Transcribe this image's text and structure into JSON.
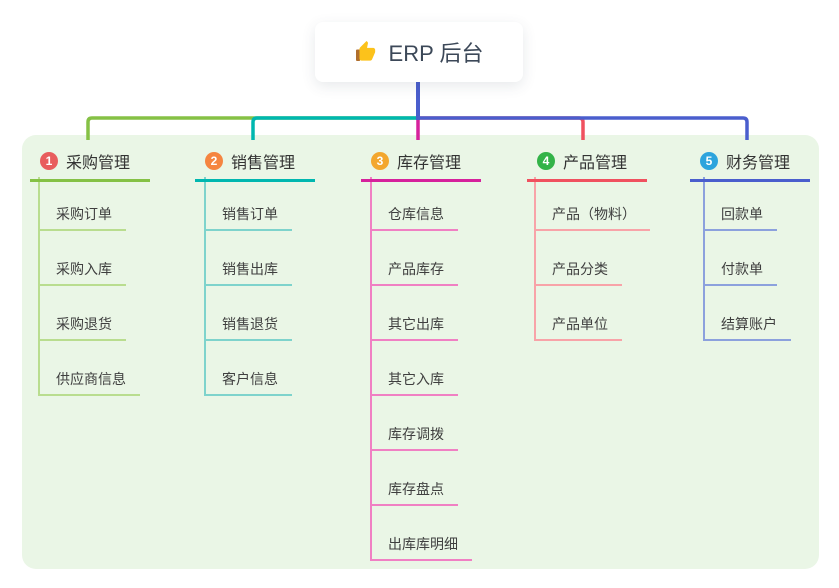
{
  "root": {
    "title": "ERP 后台",
    "icon": "thumbs-up-icon"
  },
  "colors": {
    "panel_bg": "#eaf6e6",
    "root_stem": "#4a5ecd",
    "root_text": "#3c4858"
  },
  "branches": [
    {
      "num": "1",
      "label": "采购管理",
      "badge_color": "#e85d5d",
      "line_color": "#85c145",
      "child_line_color": "#b9dd8f",
      "children": [
        "采购订单",
        "采购入库",
        "采购退货",
        "供应商信息"
      ]
    },
    {
      "num": "2",
      "label": "销售管理",
      "badge_color": "#f58540",
      "line_color": "#00b7af",
      "child_line_color": "#7ed3cc",
      "children": [
        "销售订单",
        "销售出库",
        "销售退货",
        "客户信息"
      ]
    },
    {
      "num": "3",
      "label": "库存管理",
      "badge_color": "#f3a72e",
      "line_color": "#d6219c",
      "child_line_color": "#f080c3",
      "children": [
        "仓库信息",
        "产品库存",
        "其它出库",
        "其它入库",
        "库存调拨",
        "库存盘点",
        "出库库明细"
      ]
    },
    {
      "num": "4",
      "label": "产品管理",
      "badge_color": "#33b348",
      "line_color": "#f0515f",
      "child_line_color": "#f8a3a8",
      "children": [
        "产品（物料）",
        "产品分类",
        "产品单位"
      ]
    },
    {
      "num": "5",
      "label": "财务管理",
      "badge_color": "#2da4dd",
      "line_color": "#4a5ecd",
      "child_line_color": "#8ca1dd",
      "children": [
        "回款单",
        "付款单",
        "结算账户"
      ]
    }
  ]
}
